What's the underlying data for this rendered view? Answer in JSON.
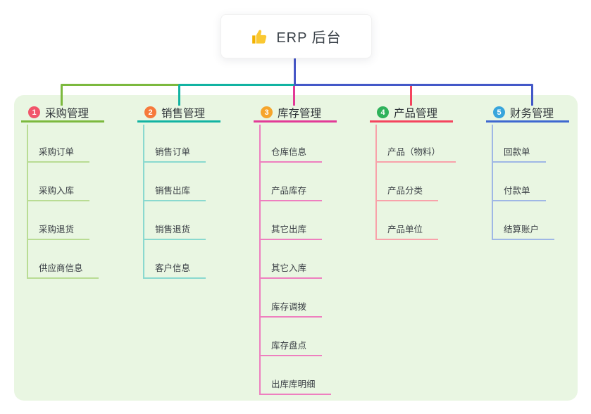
{
  "root": {
    "label": "ERP 后台",
    "icon": "thumbs-up-icon",
    "connector_color": "#4757c7"
  },
  "panel": {
    "background": "#e9f6e2"
  },
  "branches": [
    {
      "index": "1",
      "label": "采购管理",
      "badge_color": "#f1556a",
      "line_color": "#7cb93e",
      "child_line_color": "#b9dc94",
      "children": [
        "采购订单",
        "采购入库",
        "采购退货",
        "供应商信息"
      ]
    },
    {
      "index": "2",
      "label": "销售管理",
      "badge_color": "#f6793b",
      "line_color": "#12b3a2",
      "child_line_color": "#8ad9cf",
      "children": [
        "销售订单",
        "销售出库",
        "销售退货",
        "客户信息"
      ]
    },
    {
      "index": "3",
      "label": "库存管理",
      "badge_color": "#f6a52b",
      "line_color": "#e23a97",
      "child_line_color": "#ee7fbf",
      "children": [
        "仓库信息",
        "产品库存",
        "其它出库",
        "其它入库",
        "库存调拨",
        "库存盘点",
        "出库库明细"
      ]
    },
    {
      "index": "4",
      "label": "产品管理",
      "badge_color": "#2fb25b",
      "line_color": "#f4445e",
      "child_line_color": "#f8a2aa",
      "children": [
        "产品（物料）",
        "产品分类",
        "产品单位"
      ]
    },
    {
      "index": "5",
      "label": "财务管理",
      "badge_color": "#38a5dc",
      "line_color": "#3e68d0",
      "child_line_color": "#9fb7e5",
      "children": [
        "回款单",
        "付款单",
        "结算账户"
      ]
    }
  ]
}
